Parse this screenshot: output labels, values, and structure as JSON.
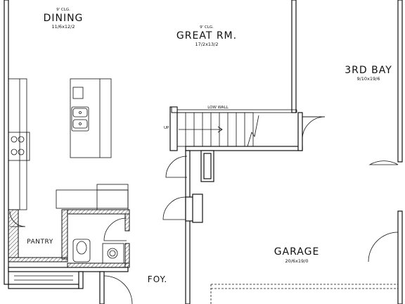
{
  "rooms": {
    "dining": {
      "ceiling": "9' CLG.",
      "name": "DINING",
      "size": "11/6x12/2"
    },
    "great_room": {
      "ceiling": "9' CLG.",
      "name": "GREAT RM.",
      "size": "17/2x13/2"
    },
    "third_bay": {
      "name": "3RD BAY",
      "size": "9/10x19/6"
    },
    "garage": {
      "name": "GARAGE",
      "size": "20/6x19/0"
    },
    "pantry": {
      "name": "PANTRY"
    },
    "foyer": {
      "name": "FOY."
    }
  },
  "stairs": {
    "low_wall": "LOW WALL",
    "up": "UP"
  }
}
